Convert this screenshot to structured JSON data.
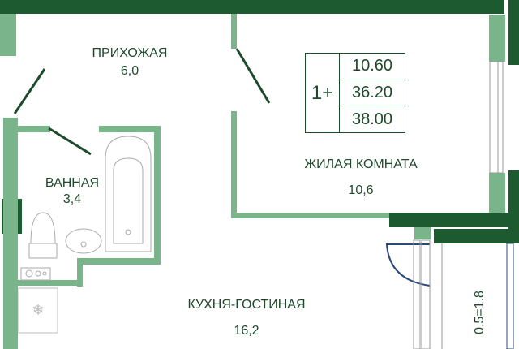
{
  "colors": {
    "outer_wall": "#1d5a30",
    "inner_wall": "#79b48a",
    "text": "#1e4a2c"
  },
  "rooms": [
    {
      "name": "ПРИХОЖАЯ",
      "area": "6,0"
    },
    {
      "name": "ЖИЛАЯ КОМНАТА",
      "area": "10,6"
    },
    {
      "name": "ВАННАЯ",
      "area": "3,4"
    },
    {
      "name": "КУХНЯ-ГОСТИНАЯ",
      "area": "16,2"
    }
  ],
  "summary": {
    "rooms": "1+",
    "living_area": "10.60",
    "total_area": "36.20",
    "area_with_balcony": "38.00"
  },
  "balcony_label": "0.5=1.8",
  "fixtures": [
    "toilet-icon",
    "sink-icon",
    "bathtub-icon",
    "stove-icon",
    "fridge-icon"
  ]
}
